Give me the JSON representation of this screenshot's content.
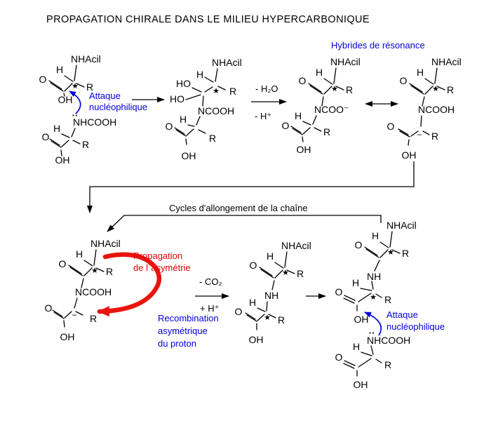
{
  "title": "PROPAGATION CHIRALE DANS LE MILIEU HYPERCARBONIQUE",
  "colors": {
    "bond_black": "#000000",
    "annotation_blue": "#0000dd",
    "annotation_red": "#e60000",
    "arrow_red": "#e8150d",
    "background": "#ffffff"
  },
  "annotations": {
    "hybrides": "Hybrides de résonance",
    "attaque1": "Attaque",
    "attaque2": "nucléophilique",
    "cycles": "Cycles d'allongement de la chaîne",
    "propagation1": "Propagation",
    "propagation2": "de l´asymétrie",
    "recomb1": "Recombination",
    "recomb2": "asymétrique",
    "recomb3": "du proton",
    "minus_h2o": "- H₂O",
    "minus_h": "- H⁺",
    "minus_co2": "- CO₂",
    "plus_h": "+ H⁺"
  },
  "labels": {
    "nhacil": "NHAcil",
    "h": "H",
    "o": "O",
    "r": "R",
    "oh": "OH",
    "ho": "HO",
    "nh": "NH",
    "nhcooh": "NHCOOH",
    "ncooh": "NCOOH",
    "ncoo_minus": "NCOO⁻",
    "star": "★",
    "minus_charge": "−",
    "lone_pair": "··"
  }
}
